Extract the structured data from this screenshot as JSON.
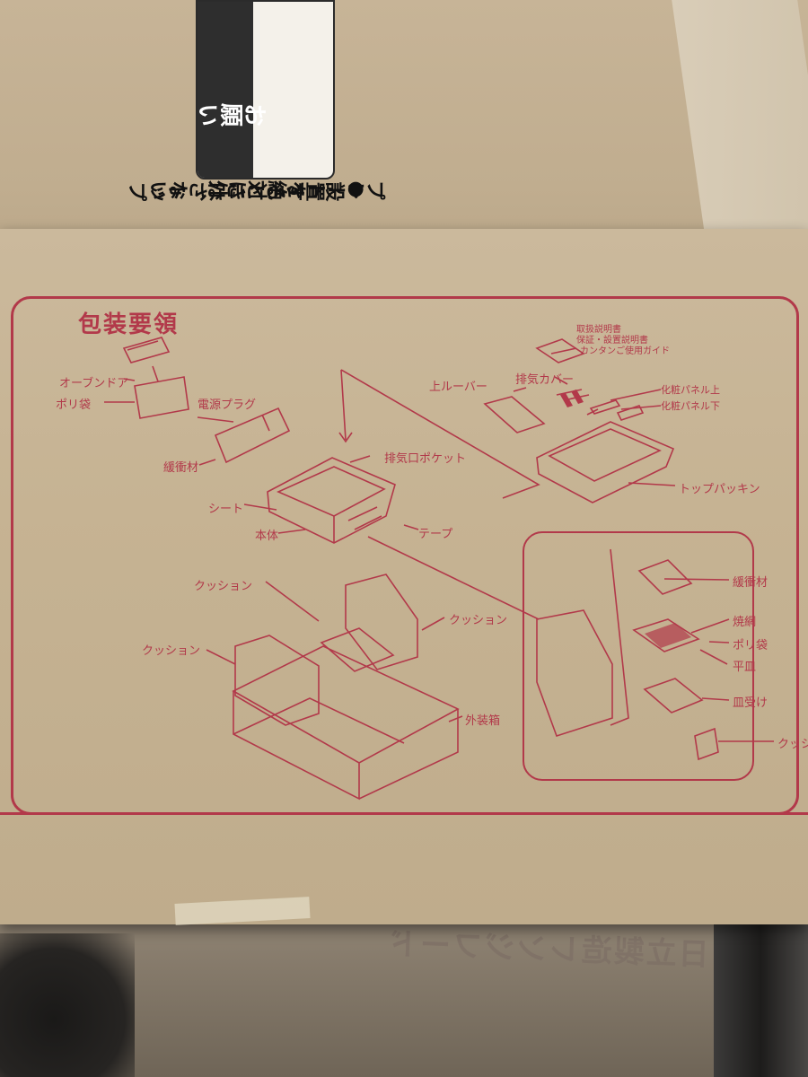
{
  "notice": {
    "title": "お願い",
    "line1": "●設置するときは、トップ",
    "line2": "プレートを絶対に外さない"
  },
  "panel": {
    "title": "包装要領",
    "labels": {
      "oven_door": "オーブンドア",
      "poly_bag": "ポリ袋",
      "power_plug": "電源プラグ",
      "cushioning": "緩衝材",
      "manuals_line1": "取扱説明書",
      "manuals_line2": "保証・設置説明書",
      "manuals_line3": "カンタンご使用ガイド",
      "upper_louver": "上ルーバー",
      "exhaust_cover": "排気カバー",
      "makeup_panel_upper": "化粧パネル上",
      "makeup_panel_lower": "化粧パネル下",
      "exhaust_pocket": "排気口ポケット",
      "sheet": "シート",
      "main_body": "本体",
      "tape": "テープ",
      "top_packing": "トップパッキン",
      "cushion_1": "クッション",
      "cushion_2": "クッション",
      "cushion_3": "クッション",
      "outer_box": "外装箱",
      "inset_cushioning": "緩衝材",
      "grill_net": "焼網",
      "inset_poly_bag": "ポリ袋",
      "flat_tray": "平皿",
      "tray_receiver": "皿受け",
      "inset_cushion": "クッシ"
    }
  },
  "reflection_text": "日立製造レンジフード",
  "colors": {
    "print_red": "#b2394a",
    "cardboard": "#c6b393",
    "label_dark": "#2e2e2e"
  }
}
